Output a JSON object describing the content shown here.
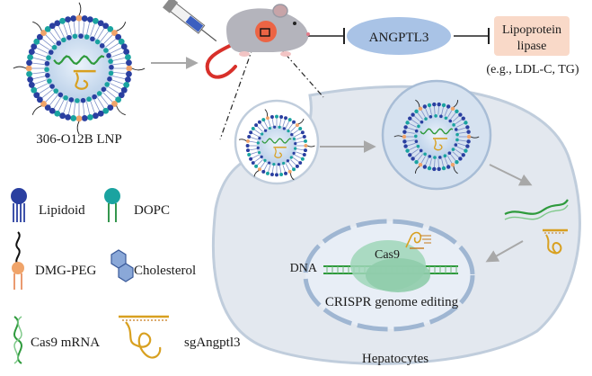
{
  "labels": {
    "lnp_name": "306-O12B LNP",
    "target_gene": "ANGPTL3",
    "enzyme_line1": "Lipoprotein",
    "enzyme_line2": "lipase",
    "enzyme_examples": "(e.g., LDL-C, TG)",
    "cas9": "Cas9",
    "dna": "DNA",
    "editing": "CRISPR genome editing",
    "cell": "Hepatocytes"
  },
  "legend": [
    {
      "label": "Lipidoid",
      "icon": "lipidoid-icon"
    },
    {
      "label": "DOPC",
      "icon": "dopc-icon"
    },
    {
      "label": "DMG-PEG",
      "icon": "dmg-peg-icon"
    },
    {
      "label": "Cholesterol",
      "icon": "cholesterol-icon"
    },
    {
      "label": "Cas9 mRNA",
      "icon": "cas9-mrna-icon"
    },
    {
      "label": "sgAngptl3",
      "icon": "sgangptl3-icon"
    }
  ],
  "colors": {
    "lipidoid": "#2a3fa0",
    "dopc": "#1aa3a0",
    "peg_head": "#f0a46a",
    "cholesterol": "#8aa8d8",
    "mrna": "#2e9a3c",
    "sgrna": "#d8a020",
    "lnp_core": "#cfe0f2",
    "cell_fill": "#e3e8ef",
    "cell_border": "#c0cddc",
    "angptl3_fill": "#a9c3e6",
    "lipase_fill": "#f9d9c8",
    "arrow": "#a8a8a8",
    "mouse": "#9a9aa4",
    "mouse_body": "#b4b4bc"
  }
}
